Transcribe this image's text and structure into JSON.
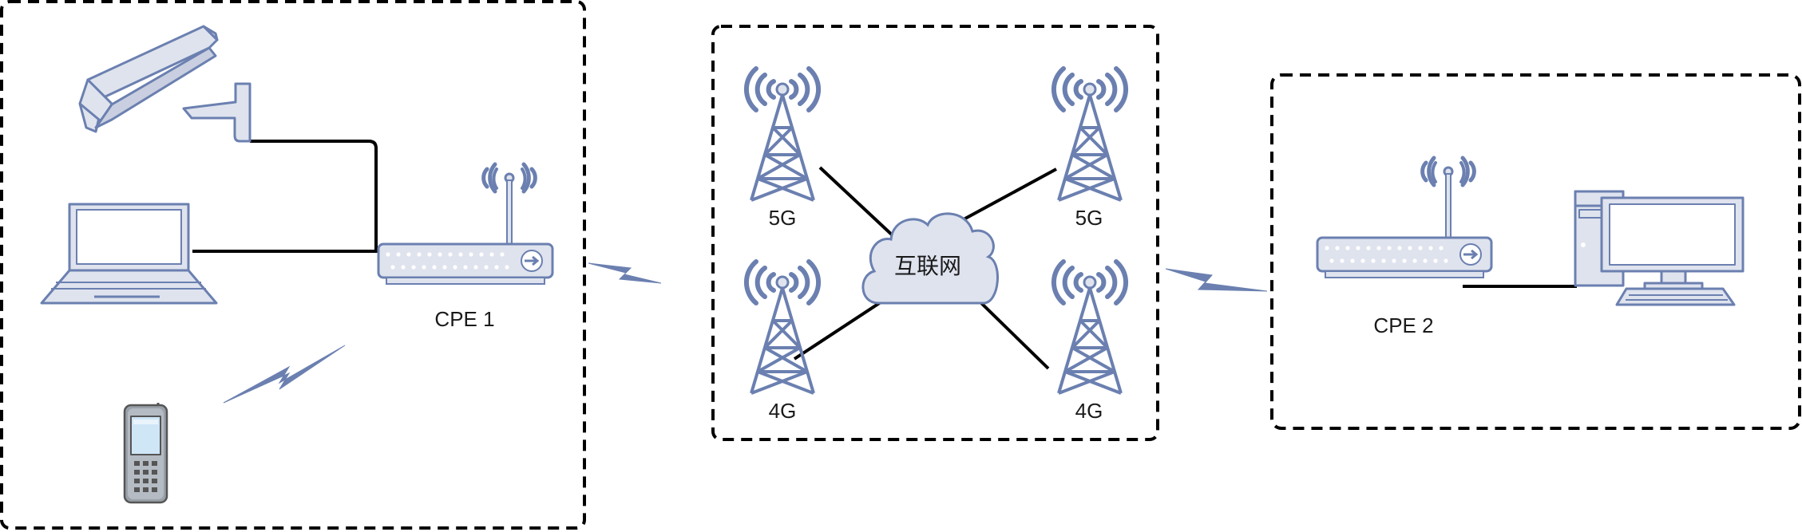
{
  "colors": {
    "icon_stroke": "#6b80b0",
    "icon_fill": "#dfe3ee",
    "screen_fill": "#d3e8f8",
    "line": "#000000",
    "box_border": "#000000"
  },
  "groups": [
    {
      "name": "left-site",
      "devices": [
        "camera-icon",
        "laptop-icon",
        "mobile-phone-icon",
        "router-icon"
      ]
    },
    {
      "name": "carrier-network",
      "devices": [
        "cell-tower-icon",
        "cell-tower-icon",
        "cell-tower-icon",
        "cell-tower-icon",
        "cloud-icon"
      ]
    },
    {
      "name": "right-site",
      "devices": [
        "router-icon",
        "desktop-computer-icon"
      ]
    }
  ],
  "labels": {
    "cpe1": "CPE 1",
    "cpe2": "CPE 2",
    "tower_top_left": "5G",
    "tower_top_right": "5G",
    "tower_bottom_left": "4G",
    "tower_bottom_right": "4G",
    "cloud": "互联网"
  },
  "links": [
    {
      "from": "camera",
      "to": "cpe1",
      "type": "wired"
    },
    {
      "from": "laptop",
      "to": "cpe1",
      "type": "wired"
    },
    {
      "from": "mobile-phone",
      "to": "cpe1",
      "type": "wireless"
    },
    {
      "from": "cpe1",
      "to": "carrier-network",
      "type": "wireless"
    },
    {
      "from": "tower_top_left",
      "to": "cloud",
      "type": "wired"
    },
    {
      "from": "tower_top_right",
      "to": "cloud",
      "type": "wired"
    },
    {
      "from": "tower_bottom_left",
      "to": "cloud",
      "type": "wired"
    },
    {
      "from": "tower_bottom_right",
      "to": "cloud",
      "type": "wired"
    },
    {
      "from": "carrier-network",
      "to": "cpe2",
      "type": "wireless"
    },
    {
      "from": "cpe2",
      "to": "desktop",
      "type": "wired"
    }
  ]
}
